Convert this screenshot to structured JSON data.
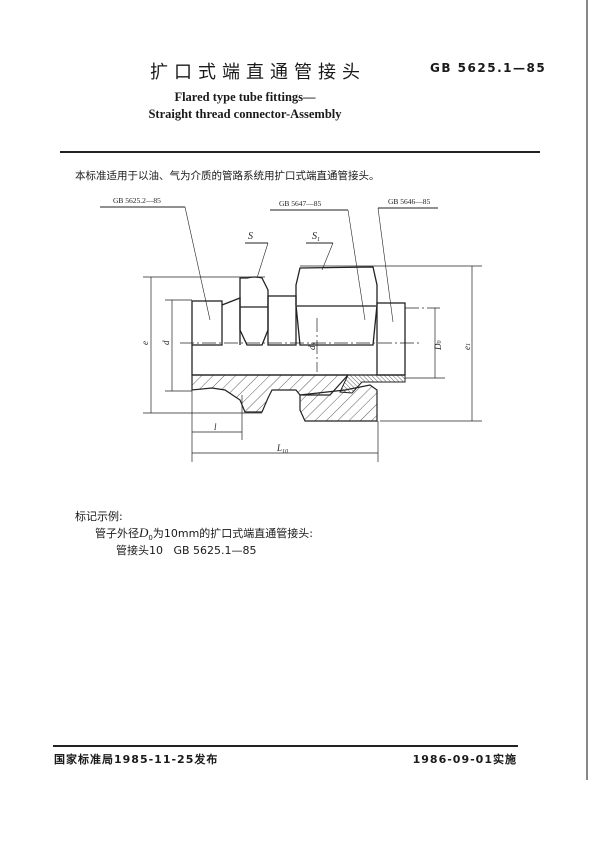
{
  "header": {
    "title_cn": "扩口式端直通管接头",
    "standard_number": "GB 5625.1—85",
    "title_en_line1": "Flared type tube fittings—",
    "title_en_line2": "Straight thread connector-Assembly"
  },
  "scope_text": "本标准适用于以油、气为介质的管路系统用扩口式端直通管接头。",
  "drawing": {
    "callouts": [
      "GB 5625.2—85",
      "GB 5647—85",
      "GB 5646—85"
    ],
    "labels": {
      "S": "S",
      "S1": "S",
      "S1_sub": "1",
      "e": "e",
      "d": "d",
      "d4": "d",
      "d4_sub": "4",
      "D0": "D",
      "D0_sub": "0",
      "e1": "e",
      "e1_sub": "1",
      "l": "l",
      "L10": "L",
      "L10_sub": "10"
    }
  },
  "marking": {
    "heading": "标记示例:",
    "line1_pre": "管子外径",
    "line1_var": "D",
    "line1_sub": "0",
    "line1_post": "为10mm的扩口式端直通管接头:",
    "line2": "管接头10   GB 5625.1—85"
  },
  "footer": {
    "issued": "国家标准局1985-11-25发布",
    "effective": "1986-09-01实施"
  }
}
